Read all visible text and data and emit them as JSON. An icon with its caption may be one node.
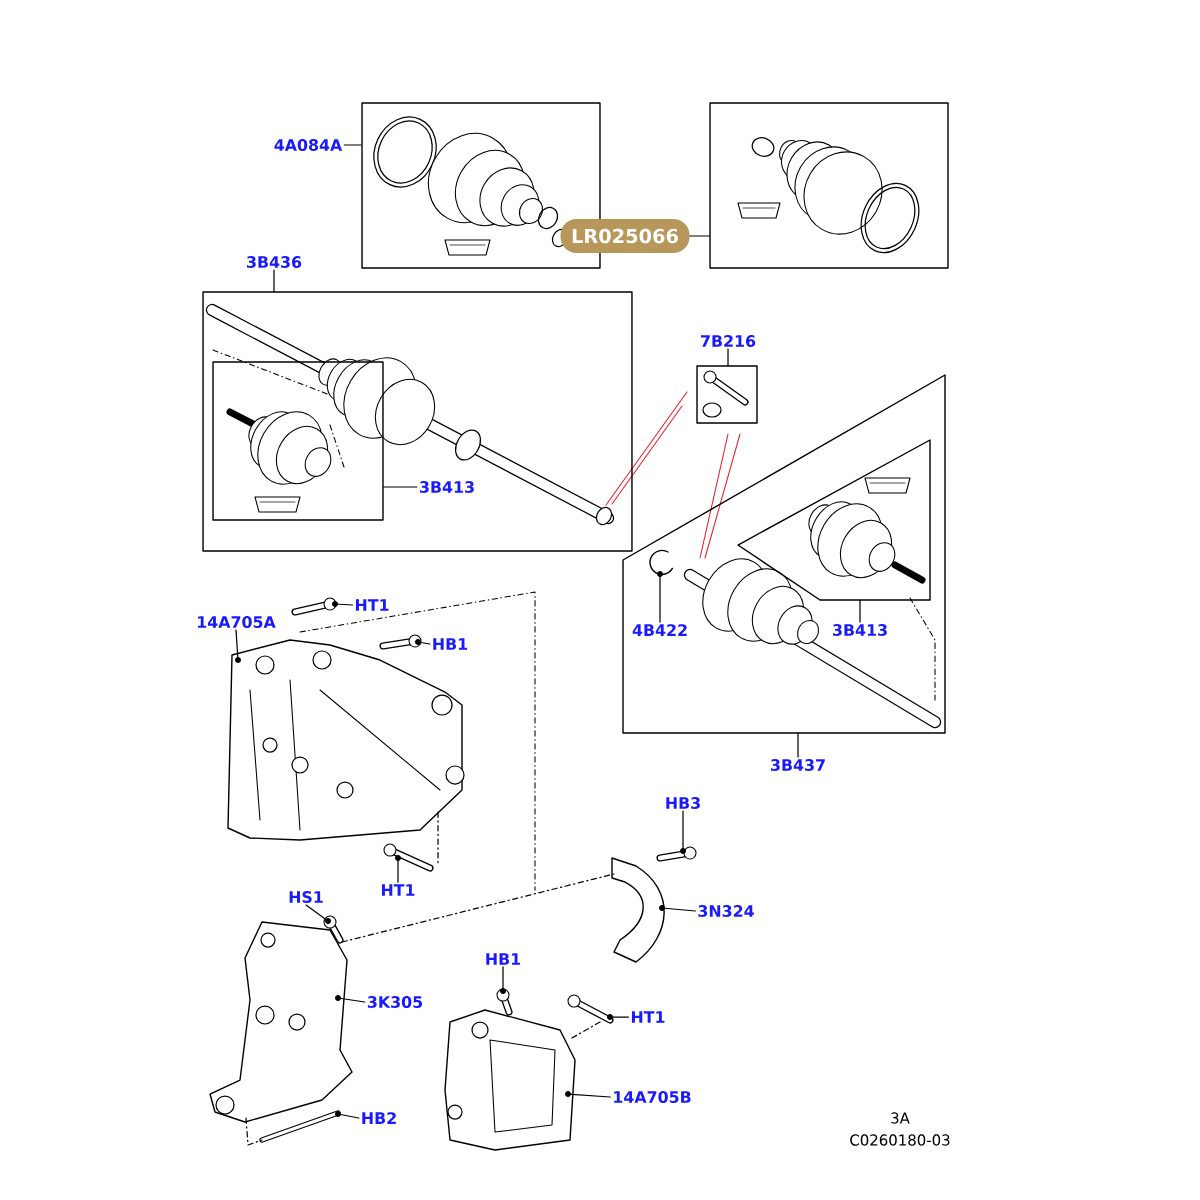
{
  "diagram": {
    "nodes": [
      {
        "text": [
          "4A084A"
        ]
      },
      {
        "text": [],
        "shape": "box"
      },
      {
        "text": [],
        "shape": "box"
      },
      {
        "text": [
          "LR025066"
        ]
      },
      {
        "text": [
          "3B436"
        ]
      },
      {
        "text": [],
        "shape": "box"
      },
      {
        "text": [],
        "shape": "box",
        "in": 5
      },
      {
        "text": [
          "3B413"
        ],
        "in": 5
      },
      {
        "text": [
          "7B216"
        ]
      },
      {
        "text": [],
        "shape": "box"
      },
      {
        "text": [],
        "shape": "box"
      },
      {
        "text": [],
        "shape": "box",
        "in": 10
      },
      {
        "text": [
          "3B413"
        ],
        "in": 10
      },
      {
        "text": [
          "4B422"
        ],
        "in": 10
      },
      {
        "text": [
          "3B437"
        ]
      },
      {
        "text": [
          "14A705A"
        ]
      },
      {
        "text": [
          "HT1"
        ]
      },
      {
        "text": [
          "HB1"
        ]
      },
      {
        "text": [
          "HT1"
        ]
      },
      {
        "text": [
          "HB3"
        ]
      },
      {
        "text": [
          "3N324"
        ]
      },
      {
        "text": [
          "HS1"
        ]
      },
      {
        "text": [
          "3K305"
        ]
      },
      {
        "text": [
          "HB1"
        ]
      },
      {
        "text": [
          "HT1"
        ]
      },
      {
        "text": [
          "14A705B"
        ]
      },
      {
        "text": [
          "HB2"
        ]
      },
      {
        "text": [],
        "shape": "picture",
        "in": 10
      },
      {
        "text": [],
        "shape": "picture"
      },
      {
        "text": [],
        "shape": "picture"
      },
      {
        "text": [],
        "shape": "picture"
      },
      {
        "text": [],
        "shape": "picture"
      },
      {
        "text": [],
        "shape": "picture"
      },
      {
        "text": [],
        "shape": "picture"
      },
      {
        "text": [],
        "shape": "picture"
      },
      {
        "text": [],
        "shape": "picture"
      },
      {
        "text": [],
        "shape": "picture"
      },
      {
        "text": [],
        "shape": "picture"
      },
      {
        "text": [],
        "shape": "picture"
      },
      {
        "text": [],
        "shape": "picture"
      }
    ],
    "edges": [
      {
        "from": 0,
        "to": 1,
        "arrow": "none"
      },
      {
        "from": 3,
        "to": 2,
        "arrow": "none"
      },
      {
        "from": 4,
        "to": 5,
        "arrow": "none"
      },
      {
        "from": 7,
        "to": 6,
        "arrow": "none"
      },
      {
        "from": 8,
        "to": 9,
        "arrow": "none"
      },
      {
        "from": 12,
        "to": 11,
        "arrow": "none"
      },
      {
        "from": 14,
        "to": 10,
        "arrow": "none"
      },
      {
        "from": 13,
        "to": 27,
        "arrow": "none"
      },
      {
        "from": 15,
        "to": 28,
        "arrow": "none"
      },
      {
        "from": 16,
        "to": 29,
        "arrow": "none"
      },
      {
        "from": 17,
        "to": 30,
        "arrow": "none"
      },
      {
        "from": 18,
        "to": 31,
        "arrow": "none"
      },
      {
        "from": 19,
        "to": 32,
        "arrow": "none"
      },
      {
        "from": 20,
        "to": 33,
        "arrow": "none"
      },
      {
        "from": 21,
        "to": 34,
        "arrow": "none"
      },
      {
        "from": 22,
        "to": 35,
        "arrow": "none"
      },
      {
        "from": 23,
        "to": 36,
        "arrow": "none"
      },
      {
        "from": 24,
        "to": 37,
        "arrow": "none"
      },
      {
        "from": 25,
        "to": 38,
        "arrow": "none"
      },
      {
        "from": 26,
        "to": 39,
        "arrow": "none"
      },
      {
        "from": 28,
        "to": 31,
        "arrow": "none",
        "style": "dashed"
      },
      {
        "from": 35,
        "to": 39,
        "arrow": "none",
        "style": "dashed"
      },
      {
        "from": 38,
        "to": 37,
        "arrow": "none",
        "style": "dashed"
      },
      {
        "from": 34,
        "to": 33,
        "arrow": "none",
        "style": "dashed"
      }
    ],
    "labels": [
      "3A",
      "C0260180-03"
    ]
  }
}
